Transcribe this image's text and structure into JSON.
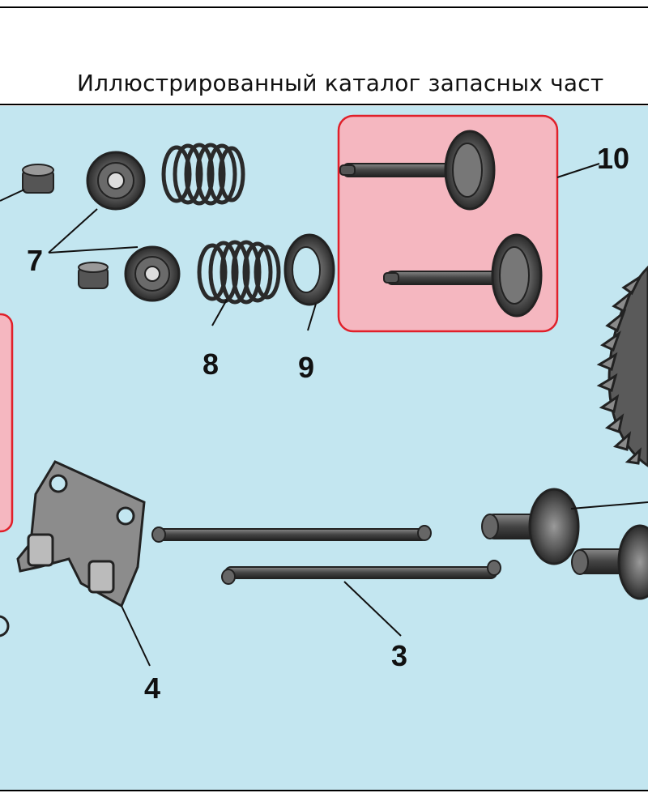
{
  "header": {
    "title": "Иллюстрированный каталог запасных част"
  },
  "colors": {
    "background": "#c3e6f0",
    "highlight_fill": "#f5b7c0",
    "highlight_border": "#e0202a",
    "part_dark": "#3a3a3a",
    "part_mid": "#777777"
  },
  "callouts": {
    "c7": "7",
    "c8": "8",
    "c9": "9",
    "c10": "10",
    "c3": "3",
    "c4": "4"
  }
}
